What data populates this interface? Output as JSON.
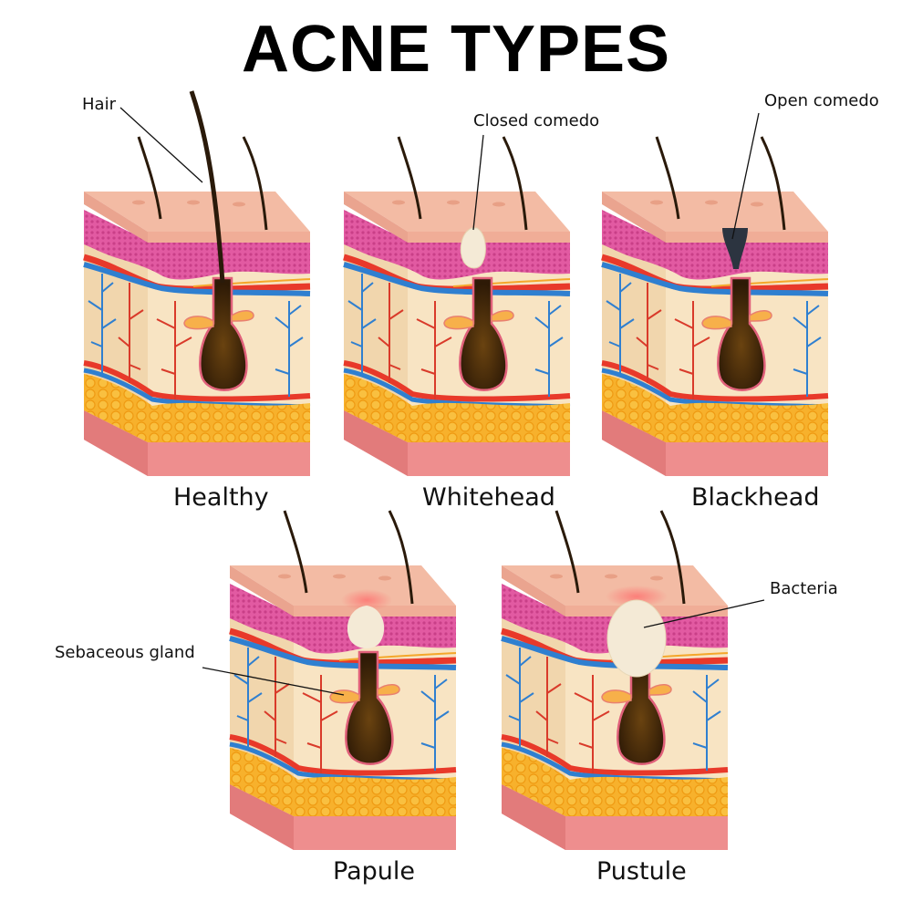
{
  "title": "ACNE TYPES",
  "colors": {
    "skin_top": "#f3b9a2",
    "epidermis": "#e05aa0",
    "dermis": "#f8e3c0",
    "fat": "#f6a623",
    "hypodermis": "#ee8f8f",
    "artery": "#e8392a",
    "vein": "#2f7fd0",
    "follicle": "#3a2208",
    "sebaceous_gland": "#f7b04a",
    "whitehead": "#f4ead6",
    "blackhead": "#2c3440"
  },
  "panels": [
    {
      "id": "healthy",
      "caption": "Healthy",
      "lesion": "none"
    },
    {
      "id": "whitehead",
      "caption": "Whitehead",
      "lesion": "closed-comedo"
    },
    {
      "id": "blackhead",
      "caption": "Blackhead",
      "lesion": "open-comedo"
    },
    {
      "id": "papule",
      "caption": "Papule",
      "lesion": "inflamed-small"
    },
    {
      "id": "pustule",
      "caption": "Pustule",
      "lesion": "inflamed-large"
    }
  ],
  "callouts": {
    "hair": "Hair",
    "closed_comedo": "Closed comedo",
    "open_comedo": "Open comedo",
    "sebaceous_gland": "Sebaceous gland",
    "bacteria": "Bacteria"
  }
}
